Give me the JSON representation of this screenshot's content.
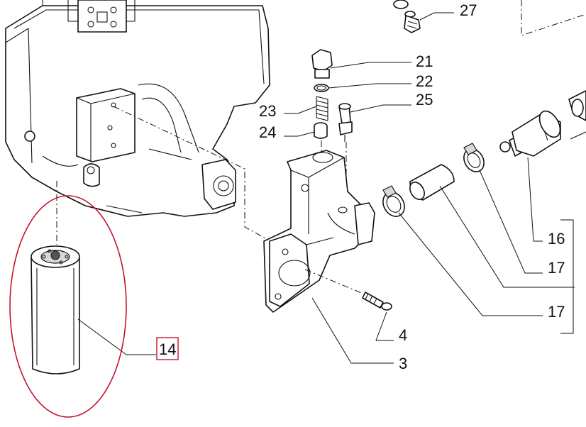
{
  "callouts": {
    "c27": "27",
    "c21": "21",
    "c22": "22",
    "c25": "25",
    "c23": "23",
    "c24": "24",
    "c16": "16",
    "c17a": "17",
    "c17b": "17",
    "c4": "4",
    "c3": "3",
    "c14": "14"
  },
  "highlighted_part": "14",
  "colors": {
    "highlight": "#c8102e",
    "line": "#111111",
    "background": "#ffffff"
  }
}
